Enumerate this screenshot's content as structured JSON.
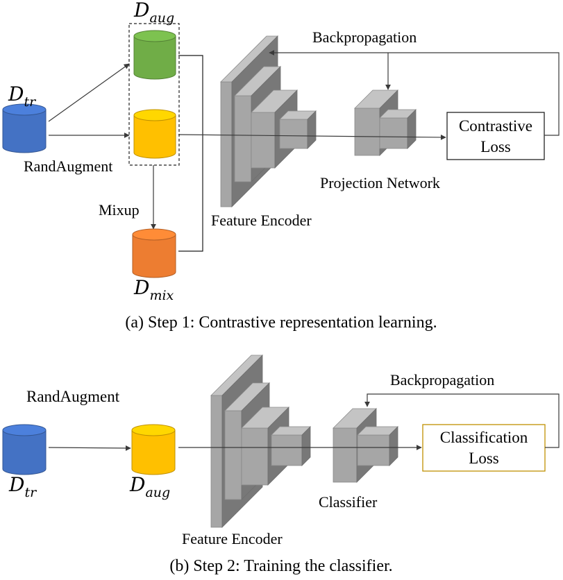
{
  "panel_a": {
    "caption": "(a)  Step 1: Contrastive representation learning.",
    "d_tr": {
      "base": "D",
      "sub": "tr"
    },
    "d_aug": {
      "base": "D",
      "sub": "aug"
    },
    "d_mix": {
      "base": "D",
      "sub": "mix"
    },
    "randaugment_label": "RandAugment",
    "mixup_label": "Mixup",
    "feature_encoder_label": "Feature Encoder",
    "projection_network_label": "Projection Network",
    "loss_label_line1": "Contrastive",
    "loss_label_line2": "Loss",
    "backprop_label": "Backpropagation"
  },
  "panel_b": {
    "caption": "(b)  Step 2: Training the classifier.",
    "d_tr": {
      "base": "D",
      "sub": "tr"
    },
    "d_aug": {
      "base": "D",
      "sub": "aug"
    },
    "randaugment_label": "RandAugment",
    "feature_encoder_label": "Feature Encoder",
    "classifier_label": "Classifier",
    "loss_label_line1": "Classification",
    "loss_label_line2": "Loss",
    "backprop_label": "Backpropagation"
  },
  "colors": {
    "blue": "#4472C4",
    "green": "#70AD47",
    "yellow": "#FFC000",
    "orange": "#ED7D31",
    "block_gray": "#A6A6A6",
    "loss_border_b": "#BF9000"
  }
}
